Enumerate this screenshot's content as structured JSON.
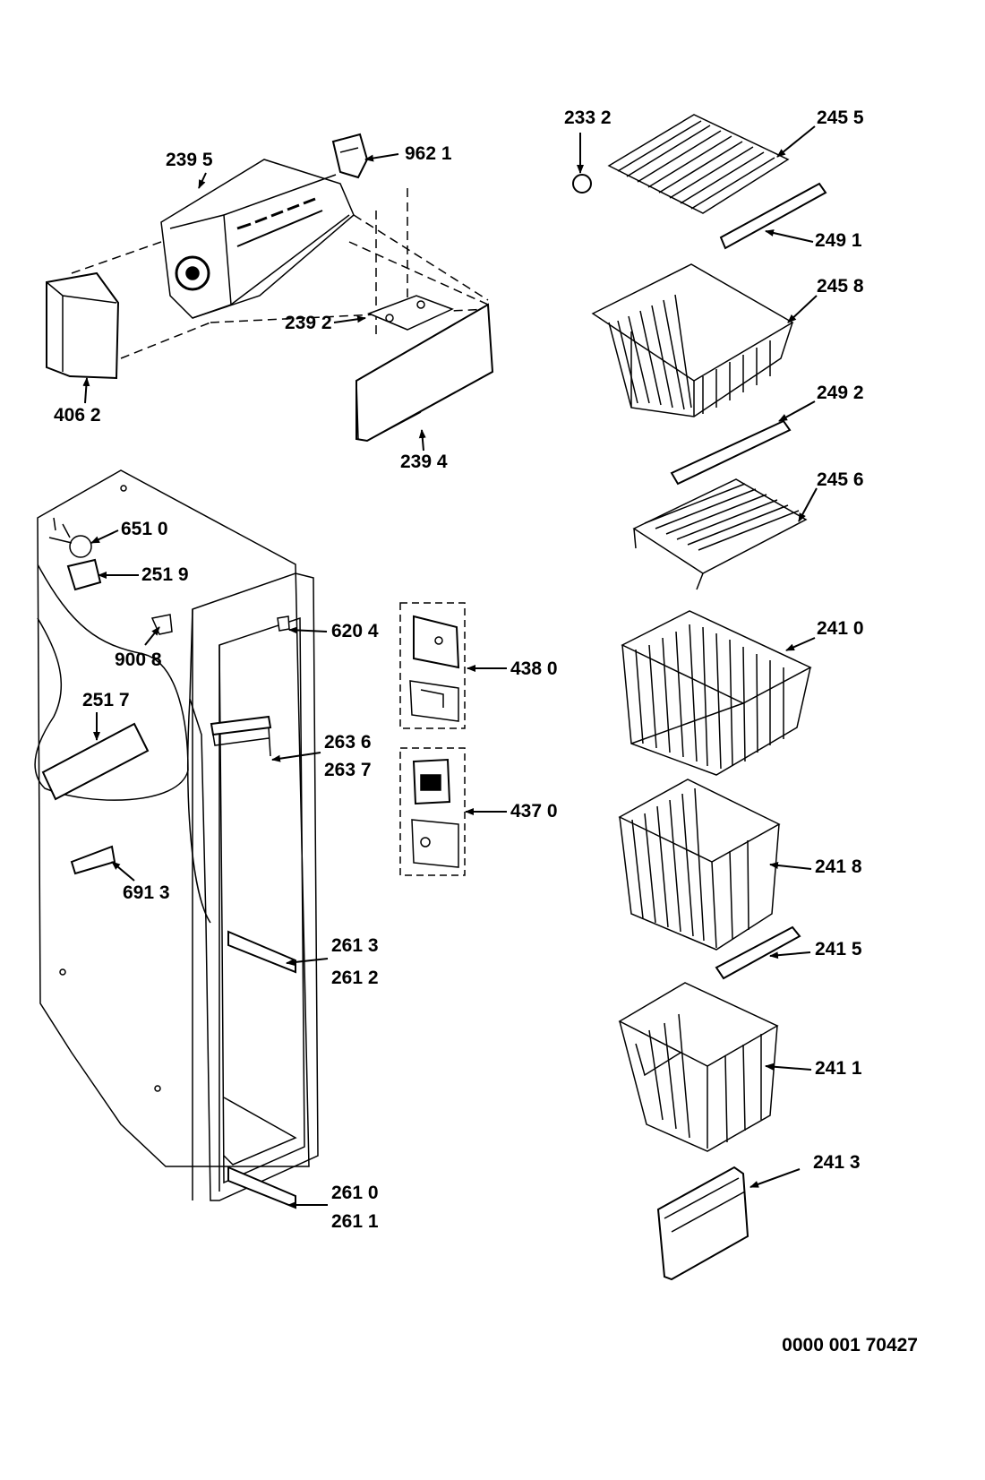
{
  "diagram": {
    "reference_code": "0000 001 70427",
    "part_labels": [
      "239 5",
      "962 1",
      "239 2",
      "406 2",
      "239 4",
      "233 2",
      "245 5",
      "249 1",
      "245 8",
      "249 2",
      "245 6",
      "651 0",
      "251 9",
      "900 8",
      "620 4",
      "438 0",
      "251 7",
      "263 6",
      "263 7",
      "437 0",
      "691 3",
      "241 0",
      "241 8",
      "241 5",
      "261 3",
      "261 2",
      "241 1",
      "241 3",
      "261 0",
      "261 1"
    ]
  }
}
